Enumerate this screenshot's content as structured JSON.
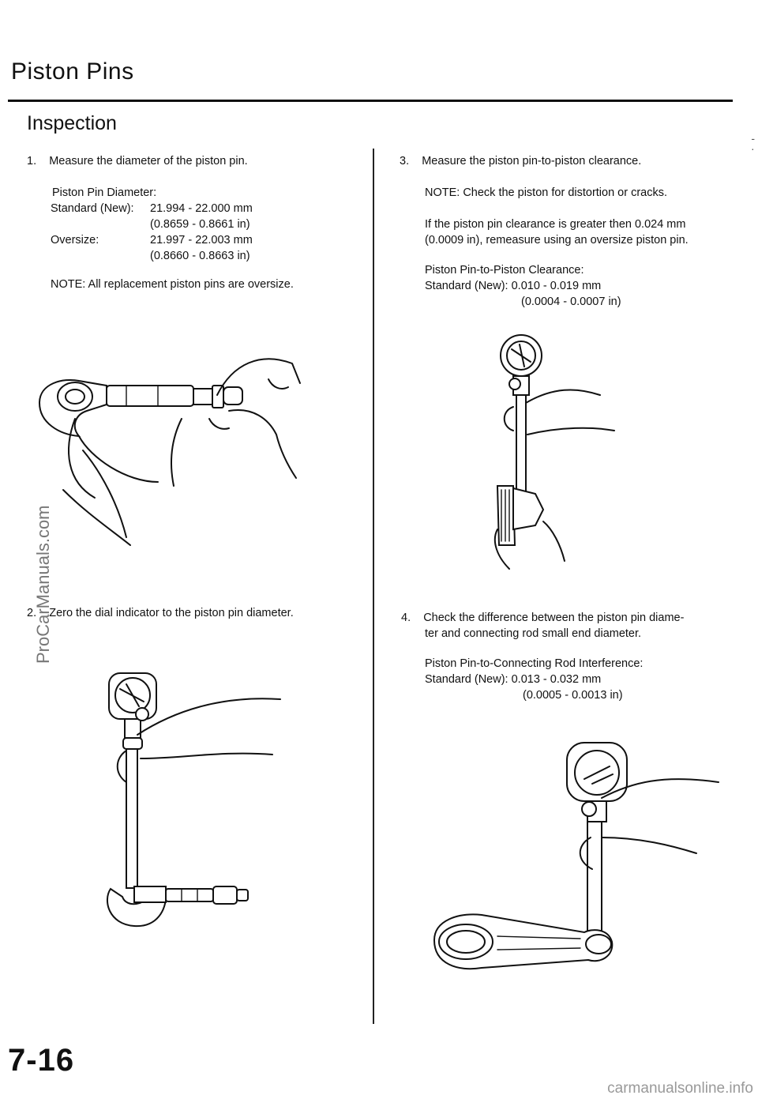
{
  "header": {
    "title": "Piston Pins",
    "section": "Inspection"
  },
  "left": {
    "step1": {
      "text": "1.    Measure the diameter of the piston pin.",
      "spec_title": "Piston Pin Diameter:",
      "standard_label": "Standard (New):",
      "standard_mm": "21.994 - 22.000 mm",
      "standard_in": "(0.8659 - 0.8661 in)",
      "oversize_label": "Oversize:",
      "oversize_mm": "21.997 - 22.003 mm",
      "oversize_in": "(0.8660 - 0.8663 in)",
      "note": "NOTE:  All replacement piston pins are oversize."
    },
    "step2": {
      "text": "2.    Zero the dial indicator to the piston pin diameter."
    }
  },
  "right": {
    "step3": {
      "text": "3.    Measure the piston pin-to-piston clearance.",
      "note": "NOTE:  Check the piston for distortion or cracks.",
      "para_line1": "If the piston pin clearance is greater then 0.024 mm",
      "para_line2": "(0.0009 in), remeasure using an oversize piston pin.",
      "spec_title": "Piston Pin-to-Piston Clearance:",
      "standard": "Standard (New): 0.010 - 0.019 mm",
      "standard_in": "(0.0004 - 0.0007 in)"
    },
    "step4": {
      "line1": "4.    Check the difference between the piston pin diame-",
      "line2": "ter and connecting rod small end diameter.",
      "spec_title": "Piston Pin-to-Connecting Rod Interference:",
      "standard": "Standard (New): 0.013 - 0.032 mm",
      "standard_in": "(0.0005 - 0.0013 in)"
    }
  },
  "footer": {
    "page_number": "7-16",
    "watermark": "ProCarManuals.com",
    "site": "carmanualsonline.info"
  }
}
